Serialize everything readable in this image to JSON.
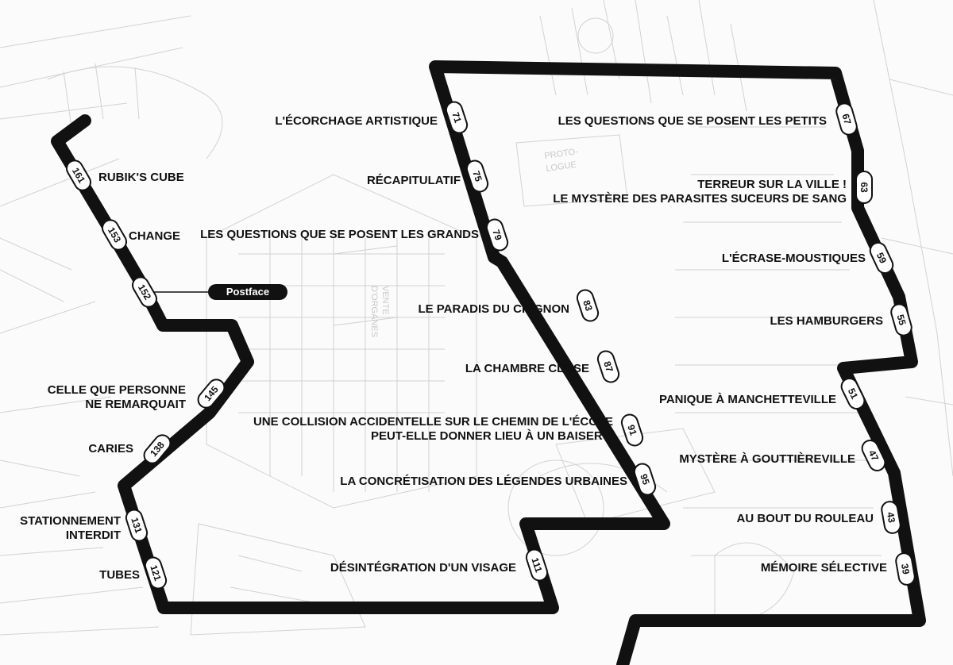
{
  "background_labels": {
    "sign_a": "VENTE",
    "sign_b": "D'ORGANES",
    "sign_c": "PROTO-",
    "sign_d": "LOGUE"
  },
  "stops": [
    {
      "number": "161",
      "title_lines": [
        "RUBIK'S CUBE"
      ]
    },
    {
      "number": "153",
      "title_lines": [
        "CHANGE"
      ]
    },
    {
      "number": "152",
      "title_lines": []
    },
    {
      "number": "145",
      "title_lines": [
        "CELLE QUE PERSONNE",
        "NE REMARQUAIT"
      ]
    },
    {
      "number": "138",
      "title_lines": [
        "CARIES"
      ]
    },
    {
      "number": "131",
      "title_lines": [
        "STATIONNEMENT",
        "INTERDIT"
      ]
    },
    {
      "number": "121",
      "title_lines": [
        "TUBES"
      ]
    },
    {
      "number": "111",
      "title_lines": [
        "DÉSINTÉGRATION D'UN VISAGE"
      ]
    },
    {
      "number": "95",
      "title_lines": [
        "LA CONCRÉTISATION DES LÉGENDES URBAINES"
      ]
    },
    {
      "number": "91",
      "title_lines": [
        "UNE COLLISION ACCIDENTELLE SUR LE CHEMIN DE L'ÉCOLE",
        "PEUT-ELLE DONNER LIEU À UN BAISER ?"
      ]
    },
    {
      "number": "87",
      "title_lines": [
        "LA CHAMBRE CLOSE"
      ]
    },
    {
      "number": "83",
      "title_lines": [
        "LE PARADIS DU CHIGNON"
      ]
    },
    {
      "number": "79",
      "title_lines": [
        "LES QUESTIONS QUE SE POSENT LES GRANDS"
      ]
    },
    {
      "number": "75",
      "title_lines": [
        "RÉCAPITULATIF"
      ]
    },
    {
      "number": "71",
      "title_lines": [
        "L'ÉCORCHAGE ARTISTIQUE"
      ]
    },
    {
      "number": "67",
      "title_lines": [
        "LES QUESTIONS QUE SE POSENT LES PETITS"
      ]
    },
    {
      "number": "63",
      "title_lines": [
        "TERREUR SUR LA VILLE !",
        "LE MYSTÈRE DES PARASITES SUCEURS DE SANG"
      ]
    },
    {
      "number": "59",
      "title_lines": [
        "L'ÉCRASE-MOUSTIQUES"
      ]
    },
    {
      "number": "55",
      "title_lines": [
        "LES HAMBURGERS"
      ]
    },
    {
      "number": "51",
      "title_lines": [
        "PANIQUE À MANCHETTEVILLE"
      ]
    },
    {
      "number": "47",
      "title_lines": [
        "MYSTÈRE À GOUTTIÈREVILLE"
      ]
    },
    {
      "number": "43",
      "title_lines": [
        "AU BOUT DU ROULEAU"
      ]
    },
    {
      "number": "39",
      "title_lines": [
        "MÉMOIRE SÉLECTIVE"
      ]
    }
  ],
  "postface": {
    "label": "Postface",
    "attached_to": "152"
  },
  "colors": {
    "route": "#111111",
    "stop_fill": "#ffffff",
    "label": "#111111",
    "sketch": "#cfcfcf",
    "background": "#fbfbfb"
  }
}
